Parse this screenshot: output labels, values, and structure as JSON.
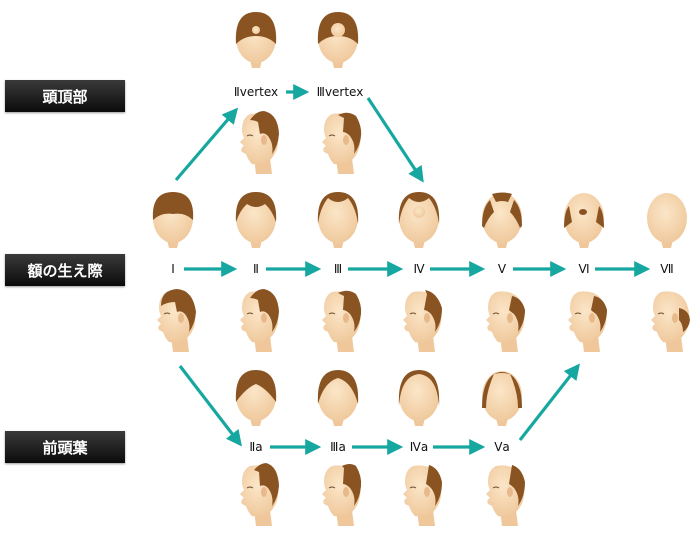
{
  "categories": {
    "vertex": "頭頂部",
    "hairline": "額の生え際",
    "frontal": "前頭葉"
  },
  "stages": {
    "top": [
      "Ⅱvertex",
      "Ⅲvertex"
    ],
    "middle": [
      "Ⅰ",
      "Ⅱ",
      "Ⅲ",
      "Ⅳ",
      "Ⅴ",
      "Ⅵ",
      "Ⅶ"
    ],
    "bottom": [
      "Ⅱa",
      "Ⅲa",
      "Ⅳa",
      "Ⅴa"
    ]
  },
  "colors": {
    "hair": "#8a5422",
    "skin": "#f4d6b0",
    "arrow": "#16a7a1",
    "label_bg": "#1a1a1a"
  }
}
